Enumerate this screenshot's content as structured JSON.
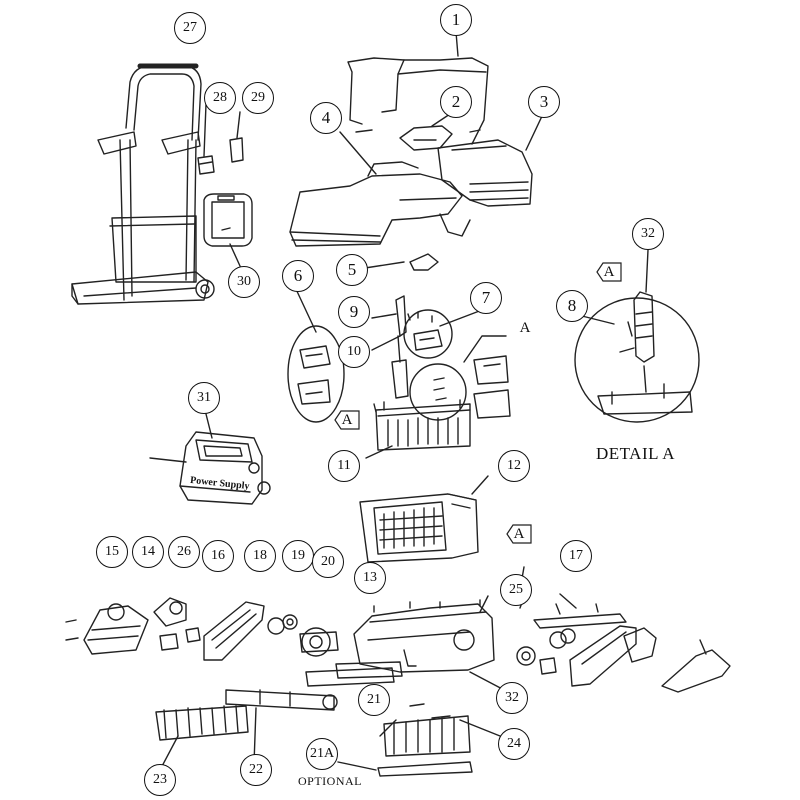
{
  "callouts": [
    "1",
    "2",
    "3",
    "4",
    "5",
    "6",
    "7",
    "8",
    "9",
    "10",
    "11",
    "12",
    "13",
    "14",
    "15",
    "16",
    "17",
    "18",
    "19",
    "20",
    "21",
    "21A",
    "22",
    "23",
    "24",
    "25",
    "26",
    "27",
    "28",
    "29",
    "30",
    "31",
    "32"
  ],
  "detail_ref": "A",
  "detail_label": "DETAIL A",
  "optional_label": "OPTIONAL",
  "power_supply_text": "Power Supply"
}
